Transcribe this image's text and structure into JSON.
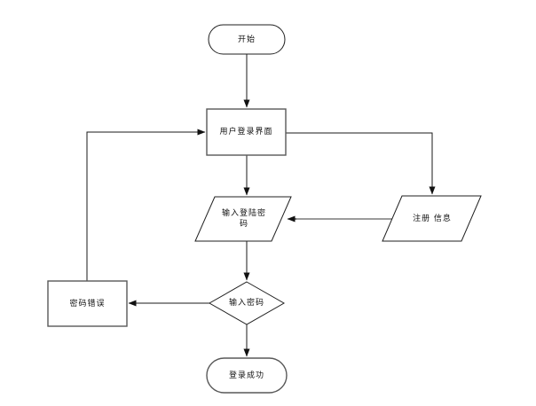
{
  "flowchart": {
    "nodes": {
      "start": {
        "label": "开始",
        "shape": "terminator"
      },
      "login_ui": {
        "label": "用户登录界面",
        "shape": "process"
      },
      "enter_password": {
        "label": "输入登陆密码",
        "shape": "data-parallelogram"
      },
      "register_info": {
        "label": "注册 信息",
        "shape": "data-parallelogram"
      },
      "password_decision": {
        "label": "输入密码",
        "shape": "decision-diamond"
      },
      "password_error": {
        "label": "密码错误",
        "shape": "process"
      },
      "login_success": {
        "label": "登录成功",
        "shape": "terminator"
      }
    },
    "colors": {
      "background": "#ffffff",
      "shape_fill": "#ffffff",
      "shape_stroke": "#595959",
      "connector_stroke": "#1a1a1a",
      "text": "#111111"
    }
  }
}
